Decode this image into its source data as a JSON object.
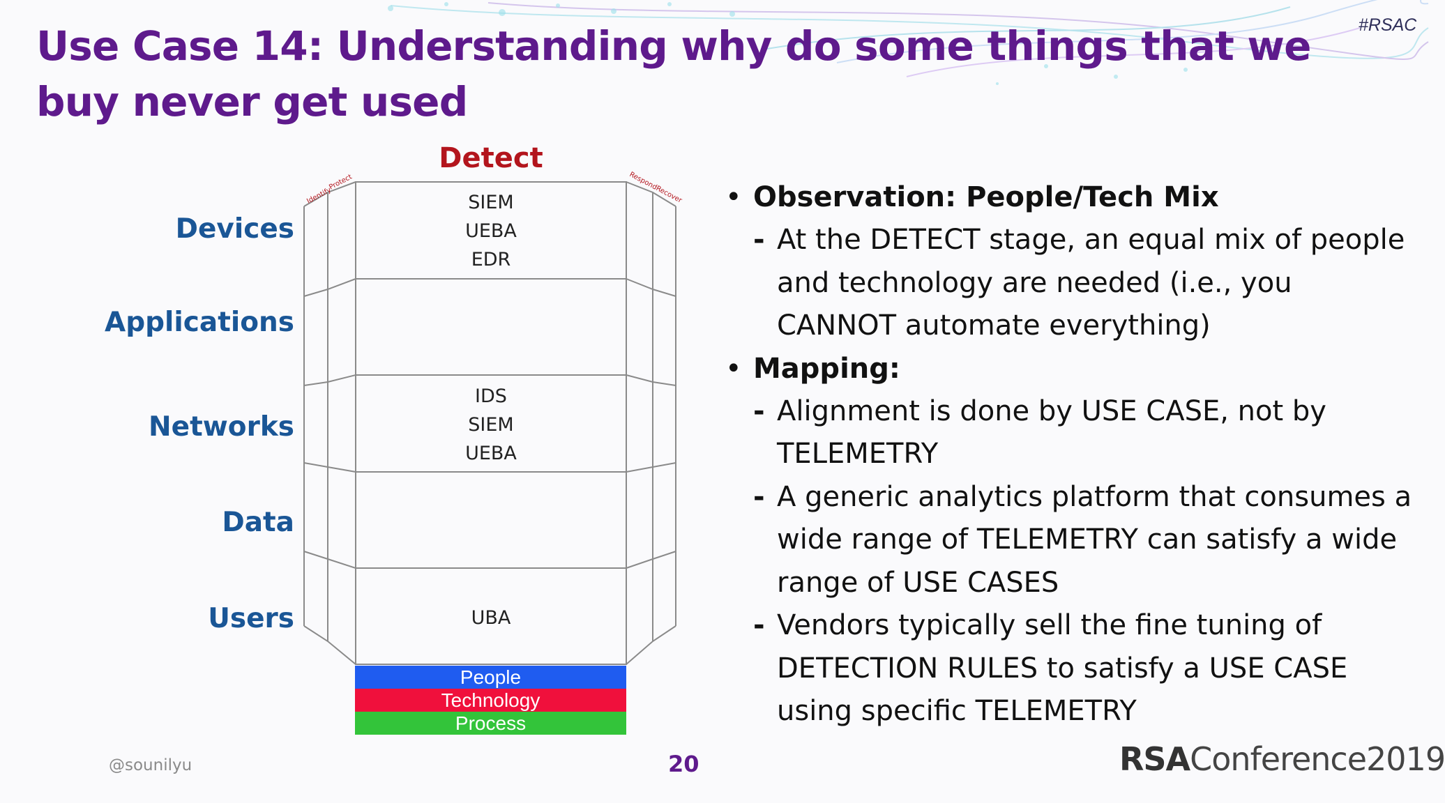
{
  "header": {
    "hashtag": "#RSAC",
    "title": "Use Case 14: Understanding why do some things that we buy never get used"
  },
  "diagram": {
    "column_title": "Detect",
    "side_labels": [
      "Identify",
      "Protect",
      "Respond",
      "Recover"
    ],
    "rows": [
      {
        "label": "Devices",
        "items": [
          "SIEM",
          "UEBA",
          "EDR"
        ]
      },
      {
        "label": "Applications",
        "items": []
      },
      {
        "label": "Networks",
        "items": [
          "IDS",
          "SIEM",
          "UEBA"
        ]
      },
      {
        "label": "Data",
        "items": []
      },
      {
        "label": "Users",
        "items": [
          "UBA"
        ]
      }
    ],
    "bands": [
      {
        "label": "People",
        "color": "#1f5cf0"
      },
      {
        "label": "Technology",
        "color": "#f0103c"
      },
      {
        "label": "Process",
        "color": "#33c43a"
      }
    ]
  },
  "bullets": [
    {
      "text": "Observation: People/Tech Mix",
      "subs": [
        "At the DETECT stage, an equal mix of people and technology are needed (i.e., you CANNOT automate everything)"
      ]
    },
    {
      "text": "Mapping:",
      "subs": [
        "Alignment is done by USE CASE, not by TELEMETRY",
        "A generic analytics platform that consumes a wide range of TELEMETRY can satisfy a wide range of USE CASES",
        "Vendors typically sell the fine tuning of DETECTION RULES to satisfy a USE CASE using specific TELEMETRY"
      ]
    }
  ],
  "footer": {
    "handle": "@sounilyu",
    "page_number": "20",
    "logo_rsa": "RSA",
    "logo_conference": "Conference2019"
  }
}
